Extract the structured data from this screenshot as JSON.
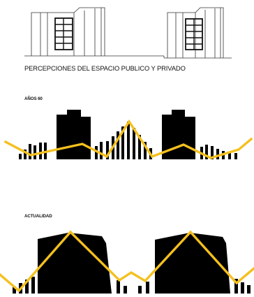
{
  "captions": {
    "main_title": "PERCEPCIONES DEL ESPACIO PUBLICO Y PRIVADO",
    "section_1": "AÑOS 60",
    "section_2": "ACTUALIDAD"
  },
  "colors": {
    "line": "#f4c01e",
    "shape": "#000000",
    "paper": "#ffffff",
    "drawing": "#333333"
  }
}
